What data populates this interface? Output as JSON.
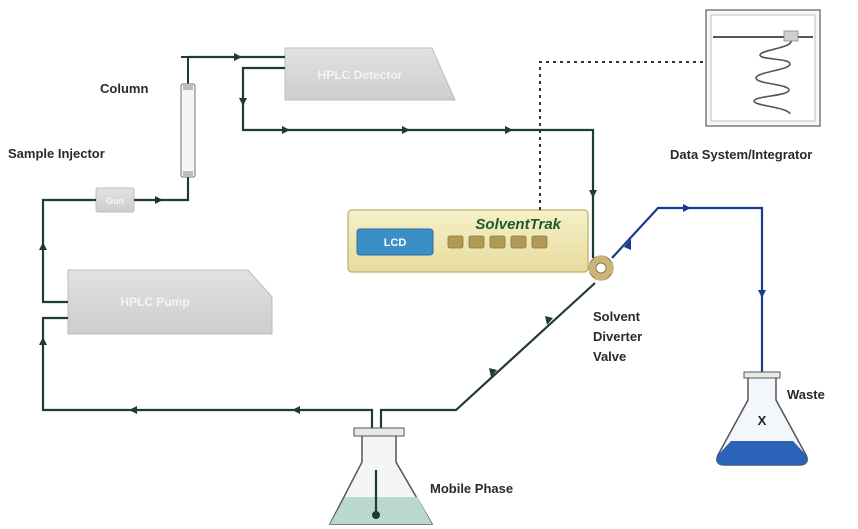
{
  "labels": {
    "column": "Column",
    "sample_injector": "Sample Injector",
    "data_system": "Data System/Integrator",
    "solvent_diverter_line1": "Solvent",
    "solvent_diverter_line2": "Diverter",
    "solvent_diverter_line3": "Valve",
    "waste": "Waste",
    "mobile_phase": "Mobile Phase"
  },
  "components": {
    "detector": "HPLC Detector",
    "pump": "HPLC Pump",
    "injector_box": "Gun",
    "solventtrak": "SolventTrak",
    "lcd": "LCD",
    "waste_mark": "X"
  },
  "colors": {
    "flow_line": "#1f3d2e",
    "waste_line": "#1a3a8c",
    "box_gray": "#d4d4d4",
    "box_text": "#f4f4f4",
    "solventtrak_panel": "#efe8b4",
    "solventtrak_text": "#1f5a2e",
    "lcd_blue": "#3a8fc7",
    "valve": "#c9b57a",
    "waste_liquid": "#2a63b8",
    "mobile_phase_liquid": "#b9d9cf"
  }
}
